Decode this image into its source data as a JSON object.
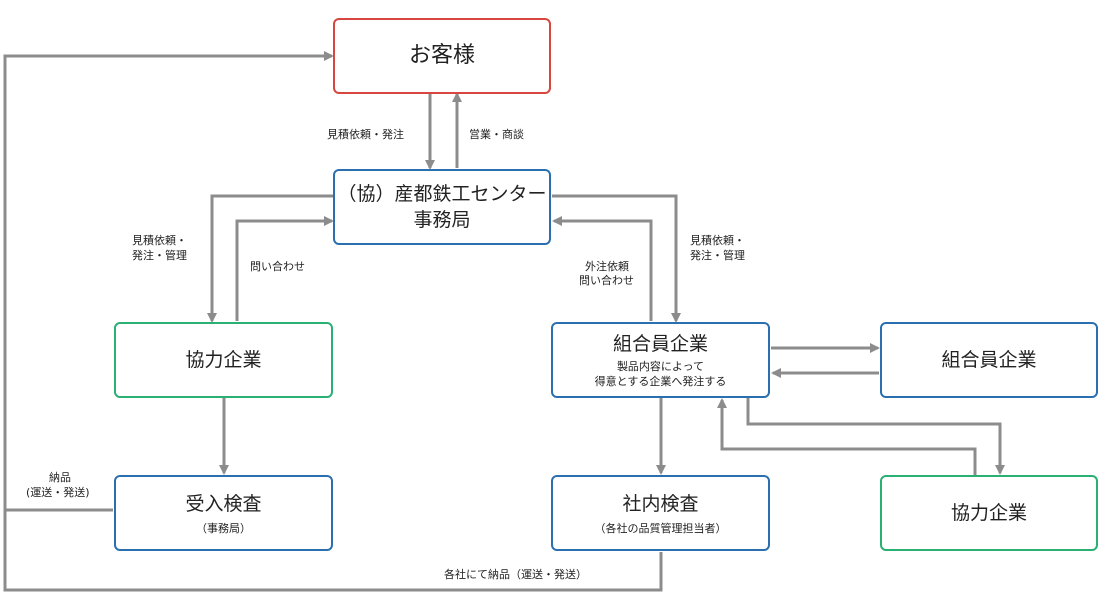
{
  "nodes": {
    "customer": {
      "title": "お客様"
    },
    "office": {
      "title_line1": "（協）産都鉄工センター",
      "title_line2": "事務局"
    },
    "partner_left": {
      "title": "協力企業"
    },
    "member_center": {
      "title": "組合員企業",
      "sub_line1": "製品内容によって",
      "sub_line2": "得意とする企業へ発注する"
    },
    "member_right": {
      "title": "組合員企業"
    },
    "inspect_recv": {
      "title": "受入検査",
      "sub": "（事務局）"
    },
    "inspect_internal": {
      "title": "社内検査",
      "sub": "（各社の品質管理担当者）"
    },
    "partner_right": {
      "title": "協力企業"
    }
  },
  "labels": {
    "quote_order": "見積依頼・発注",
    "sales": "営業・商談",
    "quote_order_mgmt_left_line1": "見積依頼・",
    "quote_order_mgmt_left_line2": "発注・管理",
    "inquiry_left": "問い合わせ",
    "outsource_line1": "外注依頼",
    "outsource_line2": "問い合わせ",
    "quote_order_mgmt_right_line1": "見積依頼・",
    "quote_order_mgmt_right_line2": "発注・管理",
    "delivery_left_line1": "納品",
    "delivery_left_line2": "(運送・発送)",
    "delivery_bottom": "各社にて納品（運送・発送）"
  },
  "colors": {
    "arrow": "#8c8c8c",
    "customer_border": "#d9463f",
    "blue_border": "#2a6fb0",
    "green_border": "#2bb073"
  }
}
